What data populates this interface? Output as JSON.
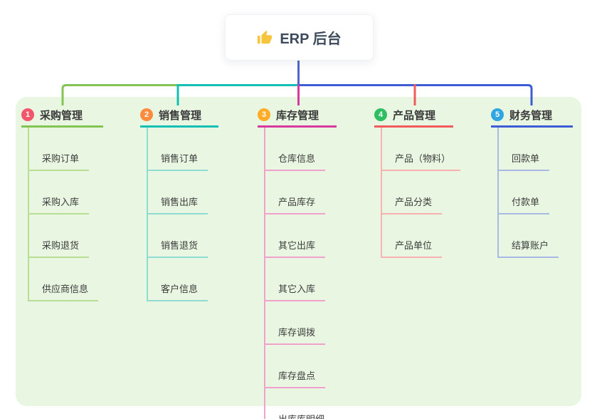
{
  "root": {
    "label": "ERP 后台",
    "icon": "thumbs-up-icon",
    "icon_color": "#f7c53c",
    "text_color": "#3c4a5b"
  },
  "colors": {
    "canvas_bg": "#ffffff",
    "panel_bg": "#e9f6e1",
    "trunk": "#5365cc"
  },
  "branches": [
    {
      "index": "1",
      "label": "采购管理",
      "badge_color": "#f2566b",
      "line_color": "#83c452",
      "child_line_color": "#b7de92",
      "children": [
        "采购订单",
        "采购入库",
        "采购退货",
        "供应商信息"
      ]
    },
    {
      "index": "2",
      "label": "销售管理",
      "badge_color": "#fb8b3d",
      "line_color": "#14bfb4",
      "child_line_color": "#8edcd3",
      "children": [
        "销售订单",
        "销售出库",
        "销售退货",
        "客户信息"
      ]
    },
    {
      "index": "3",
      "label": "库存管理",
      "badge_color": "#ffad29",
      "line_color": "#d8399f",
      "child_line_color": "#f0a2cd",
      "children": [
        "仓库信息",
        "产品库存",
        "其它出库",
        "其它入库",
        "库存调拨",
        "库存盘点",
        "出库库明细"
      ]
    },
    {
      "index": "4",
      "label": "产品管理",
      "badge_color": "#2fbe62",
      "line_color": "#f15b5c",
      "child_line_color": "#f8b0b0",
      "children": [
        "产品（物料）",
        "产品分类",
        "产品单位"
      ]
    },
    {
      "index": "5",
      "label": "财务管理",
      "badge_color": "#2fa6e1",
      "line_color": "#3e5cd5",
      "child_line_color": "#a9b9e4",
      "children": [
        "回款单",
        "付款单",
        "结算账户"
      ]
    }
  ]
}
